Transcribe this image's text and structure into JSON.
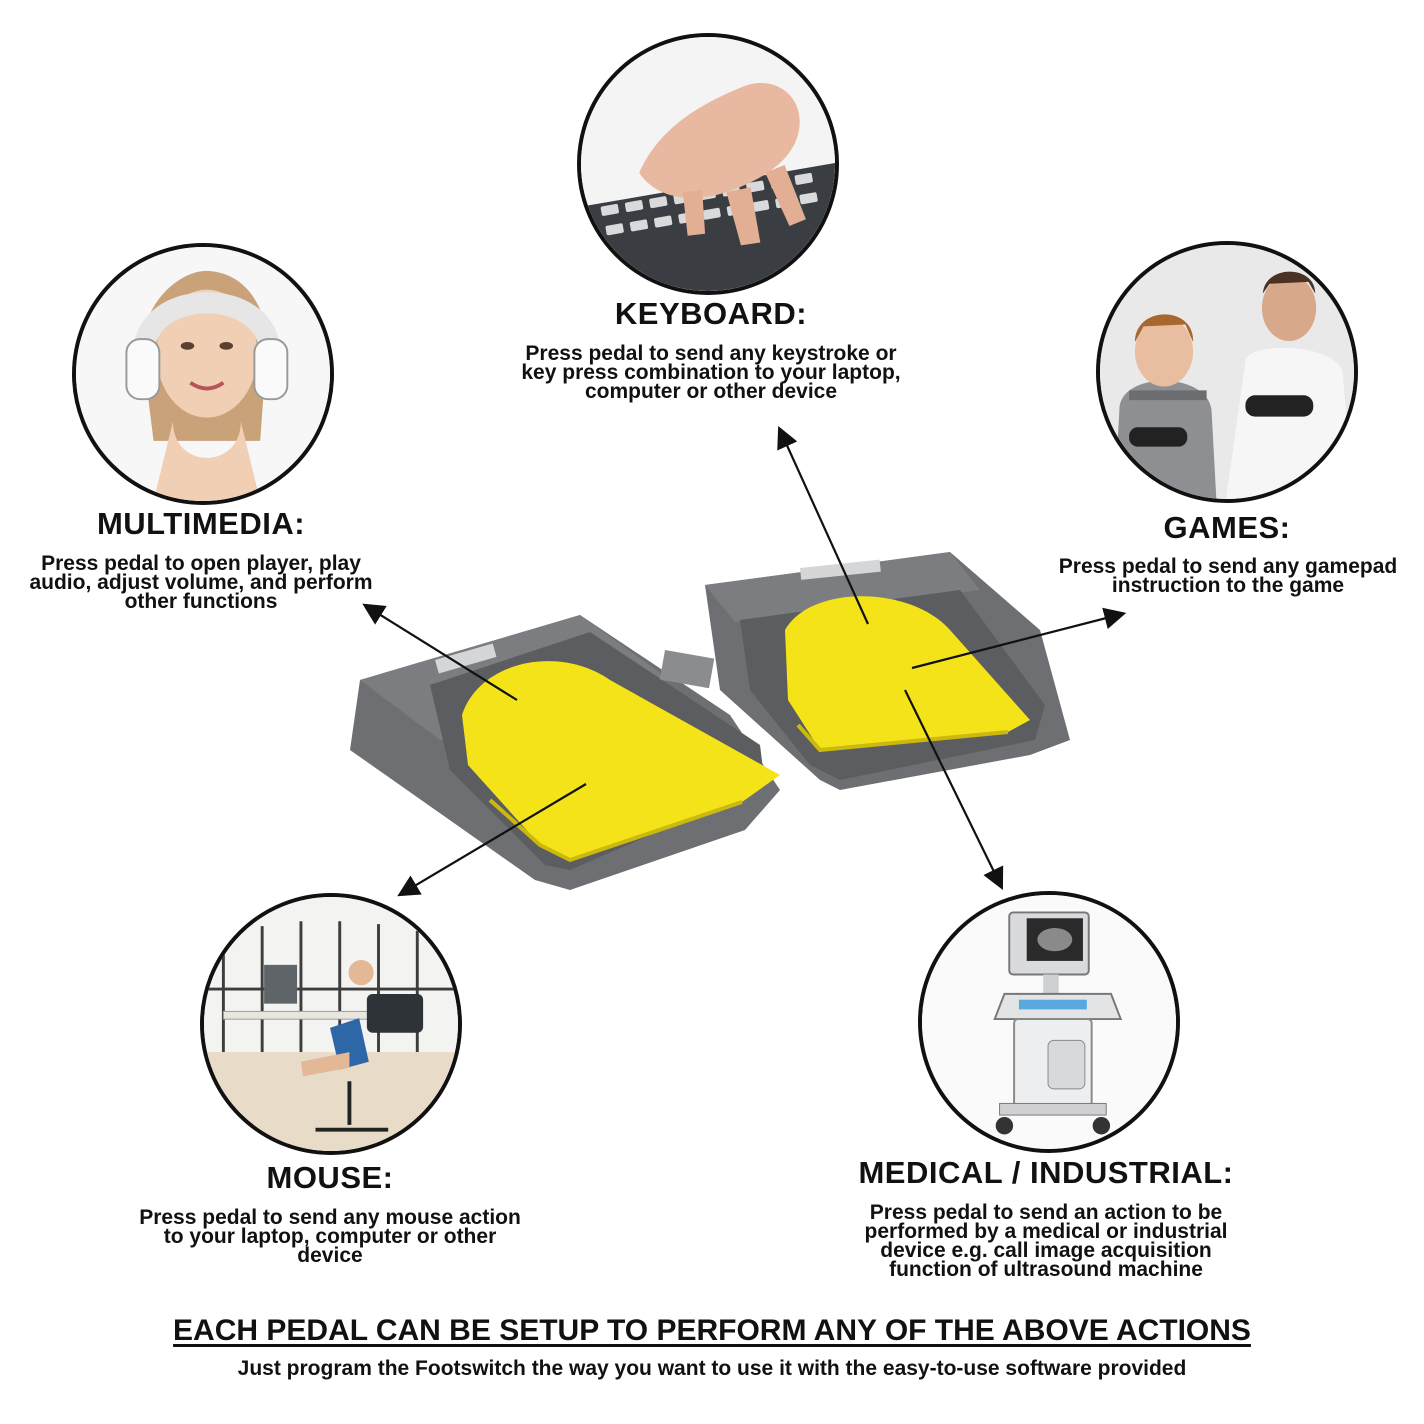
{
  "sections": {
    "keyboard": {
      "title": "KEYBOARD:",
      "lines": [
        "Press pedal to send any keystroke or",
        "key press combination to your laptop,",
        "computer or other device"
      ]
    },
    "multimedia": {
      "title": "MULTIMEDIA:",
      "lines": [
        "Press pedal to open player, play",
        "audio, adjust volume, and perform",
        "other functions"
      ]
    },
    "games": {
      "title": "GAMES:",
      "lines": [
        "Press pedal to send any gamepad",
        "instruction to the game"
      ]
    },
    "mouse": {
      "title": "MOUSE:",
      "lines": [
        "Press pedal to send any mouse action",
        "to your laptop, computer or other",
        "device"
      ]
    },
    "medical": {
      "title": "MEDICAL / INDUSTRIAL:",
      "lines": [
        "Press pedal to send an action to be",
        "performed by a medical or industrial",
        "device e.g. call image acquisition",
        "function of ultrasound machine"
      ]
    }
  },
  "footer": {
    "title": "EACH PEDAL CAN BE SETUP TO PERFORM ANY OF THE ABOVE ACTIONS",
    "subtitle": "Just program the Footswitch the way you want to use it with the easy-to-use software provided"
  },
  "colors": {
    "pedal_body": "#6f7173",
    "pedal_yellow": "#f5e31a",
    "outline": "#111111"
  }
}
